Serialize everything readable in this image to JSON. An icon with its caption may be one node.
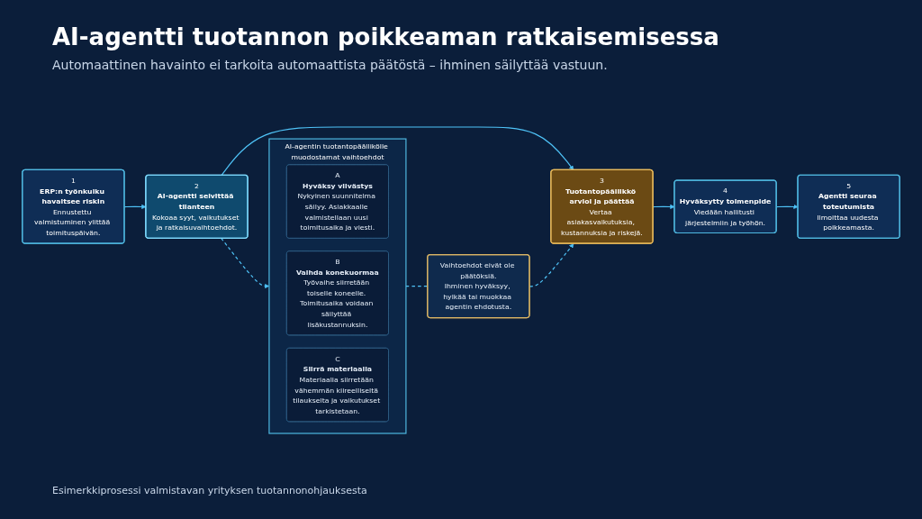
{
  "diagram": {
    "title": "AI-agentti tuotannon poikkeaman ratkaisemisessa",
    "caption": "Esimerkkiprosessi valmistavan yrityksen tuotannonohjauksesta",
    "labels": [
      "Automaattinen havainto ei tarkoita automaattista päätöstä – ihminen säilyttää vastuun."
    ],
    "nodes": [
      {
        "text": [
          "1",
          "ERP:n työnkulku havaitsee riskin",
          "Ennustettu valmistuminen ylittää toimituspäivän."
        ]
      },
      {
        "text": [
          "2",
          "AI-agentti selvittää tilanteen",
          "Kokoaa syyt, vaikutukset ja ratkaisuvaihtoehdot."
        ]
      },
      {
        "text": [
          "3",
          "Tuotantopäällikkö arvioi ja päättää",
          "Vertaa asiakasvaikutuksia, kustannuksia ja riskejä."
        ]
      },
      {
        "text": [
          "4",
          "Hyväksytty toimenpide",
          "Viedään hallitusti järjestelmiin ja työhön."
        ]
      },
      {
        "text": [
          "5",
          "Agentti seuraa toteutumista",
          "Ilmoittaa uudesta poikkeamasta."
        ]
      },
      {
        "text": [
          "AI-agentin tuotantopäällikölle muodostamat vaihtoehdot"
        ]
      },
      {
        "text": [
          "A",
          "Hyväksy viivästys",
          "Nykyinen suunnitelma säilyy. Asiakkaalle valmistellaan uusi toimitusaika ja viesti."
        ],
        "in": 5
      },
      {
        "text": [
          "B",
          "Vaihda konekuormaa",
          "Työvaihe siirretään toiselle koneelle. Toimitusaika voidaan säilyttää lisäkustannuksin."
        ],
        "in": 5
      },
      {
        "text": [
          "C",
          "Siirrä materiaalia",
          "Materiaalia siirretään vähemmän kiireelliseltä tilaukselta ja vaikutukset tarkistetaan."
        ],
        "in": 5
      },
      {
        "text": [
          "Vaihtoehdot eivät ole päätöksiä.",
          "Ihminen hyväksyy, hylkää tai muokkaa agentin ehdotusta."
        ]
      }
    ],
    "edges": [
      {
        "from": 0,
        "to": 1,
        "arrow": "to"
      },
      {
        "from": 1,
        "to": 2,
        "arrow": "to"
      },
      {
        "from": 2,
        "to": 3,
        "arrow": "to"
      },
      {
        "from": 3,
        "to": 4,
        "arrow": "to"
      },
      {
        "from": 1,
        "to": 5,
        "arrow": "to",
        "style": "dashed"
      },
      {
        "from": 9,
        "to": 2,
        "arrow": "to",
        "style": "dashed"
      },
      {
        "from": 5,
        "to": 9,
        "arrow": "none",
        "style": "dashed"
      }
    ]
  }
}
